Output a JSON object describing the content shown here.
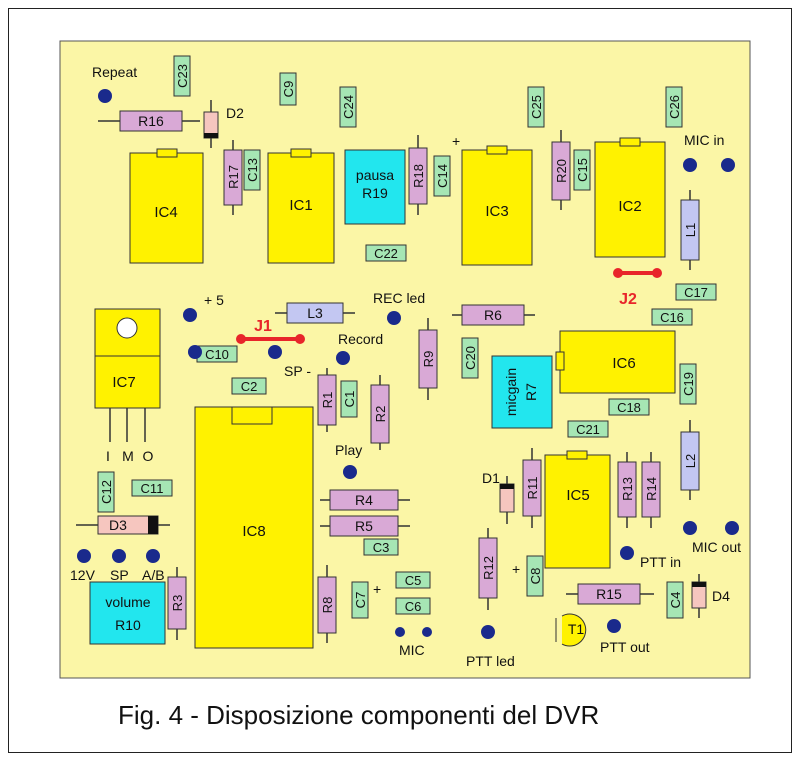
{
  "caption": "Fig. 4 - Disposizione componenti del DVR",
  "colors": {
    "board": "#fbf6a6",
    "ic": "#fff200",
    "resistor": "#d9a9d6",
    "capacitor": "#a6e6b4",
    "inductor": "#c3c7f2",
    "trimmer": "#22e6ee",
    "pad": "#1a2a8c",
    "jumper": "#e8252a",
    "outline": "#333333"
  },
  "components": {
    "ics": [
      "IC4",
      "IC1",
      "IC3",
      "IC2",
      "IC6",
      "IC7",
      "IC8",
      "IC5"
    ],
    "resistors": [
      "R16",
      "R17",
      "R18",
      "R20",
      "R6",
      "R9",
      "R1",
      "R2",
      "R4",
      "R5",
      "R11",
      "R13",
      "R14",
      "R12",
      "R15",
      "R3",
      "R8"
    ],
    "capacitors": [
      "C23",
      "C9",
      "C24",
      "C25",
      "C26",
      "C13",
      "C14",
      "C15",
      "C22",
      "C17",
      "C16",
      "C10",
      "C20",
      "C2",
      "C1",
      "C19",
      "C18",
      "C21",
      "C12",
      "C11",
      "C3",
      "C5",
      "C6",
      "C7",
      "C8",
      "C4"
    ],
    "inductors": [
      "L1",
      "L2",
      "L3"
    ],
    "trimmers": {
      "pausa_line1": "pausa",
      "pausa_line2": "R19",
      "micgain_line1": "micgain",
      "micgain_line2": "R7",
      "volume_line1": "volume",
      "volume_line2": "R10"
    },
    "diodes": [
      "D2",
      "D1",
      "D3",
      "D4"
    ],
    "transistor": "T1",
    "jumpers": [
      "J1",
      "J2"
    ]
  },
  "labels": {
    "repeat": "Repeat",
    "mic_in": "MIC in",
    "plus5": "+ 5",
    "rec_led": "REC led",
    "record": "Record",
    "sp_minus": "SP -",
    "play": "Play",
    "i": "I",
    "m": "M",
    "o": "O",
    "v12": "12V",
    "sp": "SP",
    "ab": "A/B",
    "mic": "MIC",
    "ptt_led": "PTT led",
    "ptt_in": "PTT in",
    "ptt_out": "PTT out",
    "mic_out": "MIC out",
    "plus": "+"
  }
}
